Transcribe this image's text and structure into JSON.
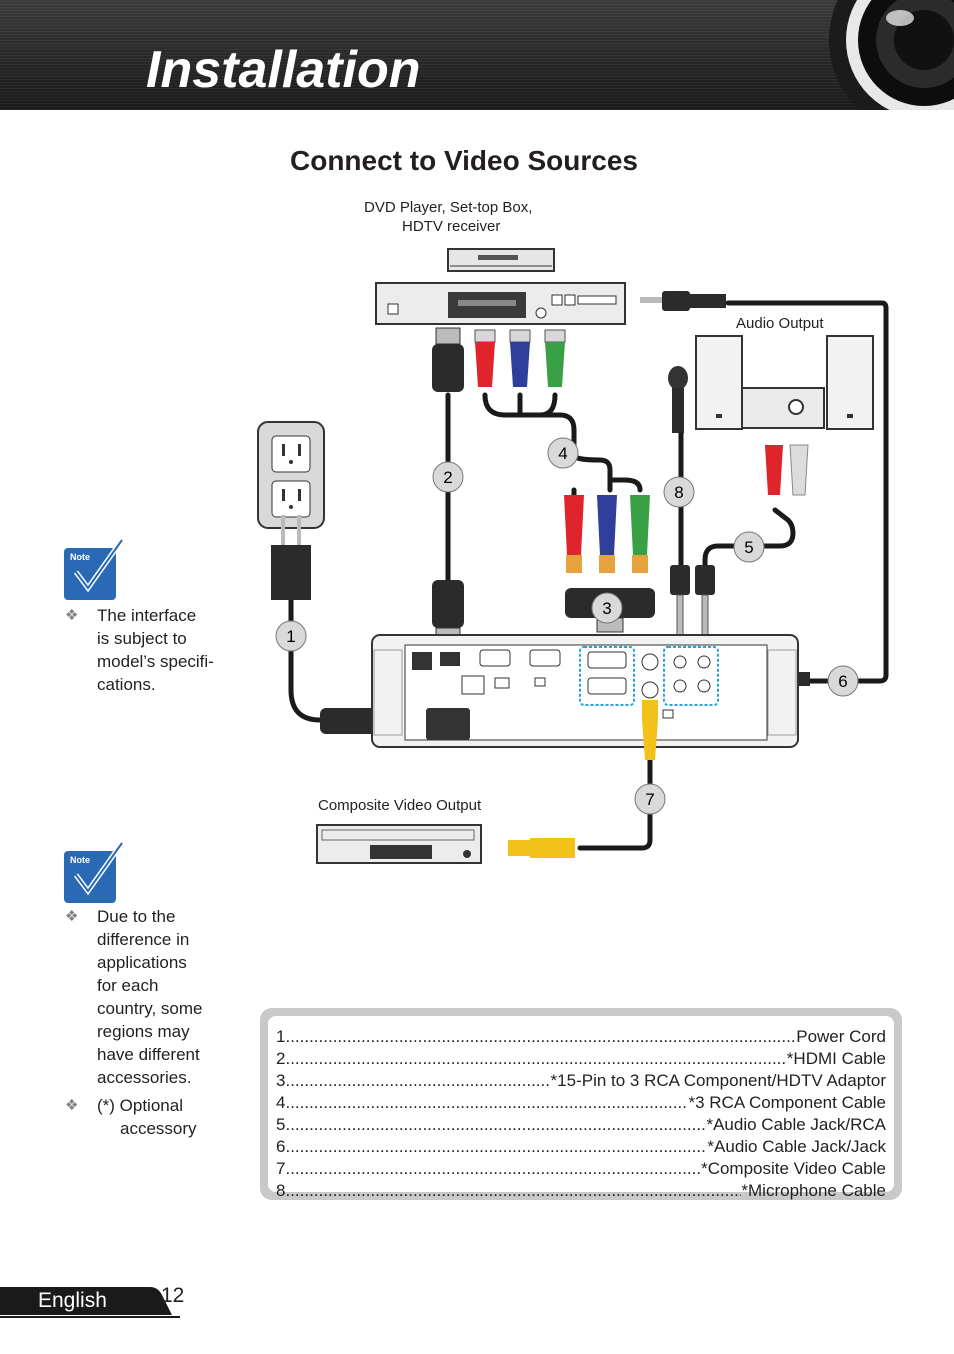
{
  "header": {
    "title": "Installation"
  },
  "section_title": "Connect to Video Sources",
  "labels": {
    "dvd_line1": "DVD Player, Set-top Box,",
    "dvd_line2": "HDTV receiver",
    "audio_output": "Audio Output",
    "composite_output": "Composite Video Output"
  },
  "callouts": [
    "1",
    "2",
    "3",
    "4",
    "5",
    "6",
    "7",
    "8"
  ],
  "notes": [
    {
      "icon_label": "Note",
      "items": [
        {
          "lines": [
            "The interface",
            "is subject to",
            "model’s specifi-",
            "cations."
          ]
        }
      ]
    },
    {
      "icon_label": "Note",
      "items": [
        {
          "lines": [
            "Due to the",
            "difference in",
            "applications",
            "for each",
            "country, some",
            "regions may",
            "have different",
            "accessories."
          ]
        },
        {
          "lines": [
            "(*) Optional",
            "accessory"
          ]
        }
      ]
    }
  ],
  "legend": [
    {
      "num": "1",
      "name": "Power Cord"
    },
    {
      "num": "2",
      "name": "*HDMI Cable"
    },
    {
      "num": "3",
      "name": "*15-Pin to 3 RCA Component/HDTV Adaptor"
    },
    {
      "num": "4",
      "name": "*3 RCA Component Cable"
    },
    {
      "num": "5",
      "name": "*Audio Cable Jack/RCA"
    },
    {
      "num": "6",
      "name": "*Audio Cable Jack/Jack"
    },
    {
      "num": "7",
      "name": "*Composite Video Cable"
    },
    {
      "num": "8",
      "name": "*Microphone Cable"
    }
  ],
  "footer": {
    "language": "English",
    "page": "12"
  },
  "colors": {
    "banner": "#2a2a2a",
    "accent_blue": "#2a6ab4",
    "rca_red": "#e0242b",
    "rca_blue": "#2e3e9a",
    "rca_green": "#3aa046",
    "rca_yellow": "#f2c21b"
  }
}
